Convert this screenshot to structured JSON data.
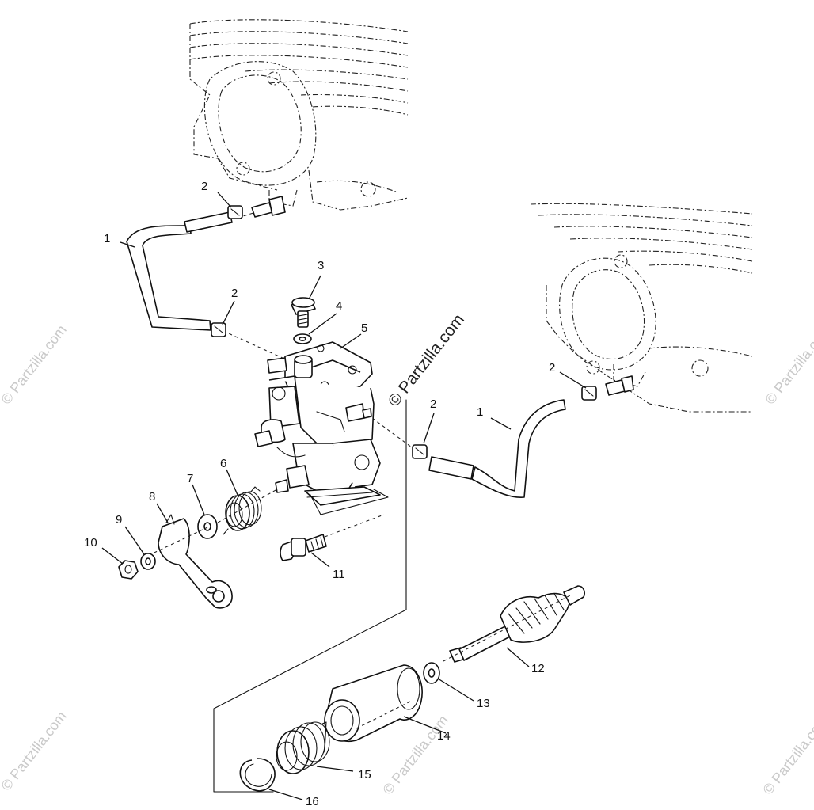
{
  "watermark": {
    "main": "© Partzilla.com",
    "faint": "© Partzilla.com"
  },
  "callouts": [
    {
      "id": "1a",
      "label": "1"
    },
    {
      "id": "1b",
      "label": "1"
    },
    {
      "id": "2a",
      "label": "2"
    },
    {
      "id": "2b",
      "label": "2"
    },
    {
      "id": "2c",
      "label": "2"
    },
    {
      "id": "2d",
      "label": "2"
    },
    {
      "id": "3",
      "label": "3"
    },
    {
      "id": "4",
      "label": "4"
    },
    {
      "id": "5",
      "label": "5"
    },
    {
      "id": "6",
      "label": "6"
    },
    {
      "id": "7",
      "label": "7"
    },
    {
      "id": "8",
      "label": "8"
    },
    {
      "id": "9",
      "label": "9"
    },
    {
      "id": "10",
      "label": "10"
    },
    {
      "id": "11",
      "label": "11"
    },
    {
      "id": "12",
      "label": "12"
    },
    {
      "id": "13",
      "label": "13"
    },
    {
      "id": "14",
      "label": "14"
    },
    {
      "id": "15",
      "label": "15"
    },
    {
      "id": "16",
      "label": "16"
    }
  ]
}
